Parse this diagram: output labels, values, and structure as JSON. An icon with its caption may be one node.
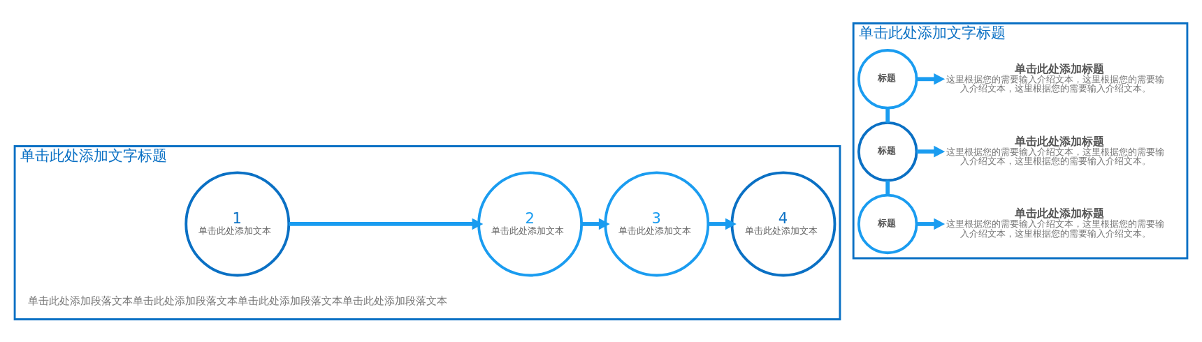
{
  "diagram": {
    "nodes": [
      {
        "text": [
          "单击此处添加文字标题"
        ]
      },
      {
        "text": [
          "1",
          "单击此处添加文本"
        ],
        "in": 0
      },
      {
        "text": [
          "2",
          "单击此处添加文本"
        ],
        "in": 0
      },
      {
        "text": [
          "3",
          "单击此处添加文本"
        ],
        "in": 0
      },
      {
        "text": [
          "4",
          "单击此处添加文本"
        ],
        "in": 0
      },
      {
        "text": [
          "单击此处添加文字标题"
        ]
      },
      {
        "text": [
          "标题"
        ],
        "in": 5
      },
      {
        "text": [
          "单击此处添加标题",
          "这里根据您的需要输入介绍文本，这里根据您的需要输入介绍文本，这里根据您的需要输入介绍文本。"
        ],
        "in": 5
      },
      {
        "text": [
          "标题"
        ],
        "in": 5
      },
      {
        "text": [
          "单击此处添加标题",
          "这里根据您的需要输入介绍文本，这里根据您的需要输入介绍文本，这里根据您的需要输入介绍文本。"
        ],
        "in": 5
      },
      {
        "text": [
          "标题"
        ],
        "in": 5
      },
      {
        "text": [
          "单击此处添加标题",
          "这里根据您的需要输入介绍文本，这里根据您的需要输入介绍文本，这里根据您的需要输入介绍文本。"
        ],
        "in": 5
      }
    ],
    "edges": [
      {
        "from": 1,
        "to": 2,
        "arrow": "to"
      },
      {
        "from": 2,
        "to": 3,
        "arrow": "to"
      },
      {
        "from": 3,
        "to": 4,
        "arrow": "to"
      },
      {
        "from": 6,
        "to": 7,
        "arrow": "to"
      },
      {
        "from": 6,
        "to": 8,
        "arrow": "none"
      },
      {
        "from": 8,
        "to": 9,
        "arrow": "to"
      },
      {
        "from": 8,
        "to": 10,
        "arrow": "none"
      },
      {
        "from": 10,
        "to": 11,
        "arrow": "to"
      }
    ],
    "labels": [
      "单击此处添加段落文本单击此处添加段落文本单击此处添加段落文本单击此处添加段落文本"
    ]
  }
}
